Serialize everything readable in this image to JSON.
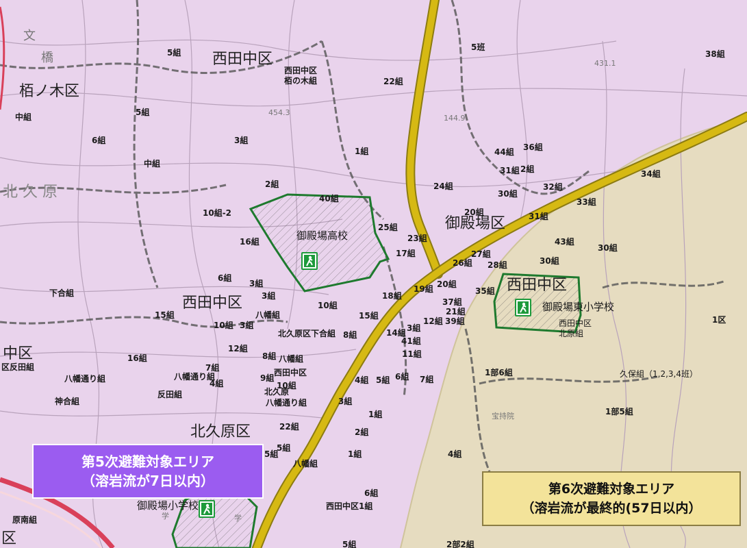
{
  "map": {
    "districts": [
      {
        "id": "nishitanaka-n",
        "text": "西田中区"
      },
      {
        "id": "tochinoki",
        "text": "栢ノ木区"
      },
      {
        "id": "gotemba",
        "text": "御殿場区"
      },
      {
        "id": "nishitanaka-c",
        "text": "西田中区"
      },
      {
        "id": "nishitanaka-e",
        "text": "西田中区"
      },
      {
        "id": "kitakubara",
        "text": "北久原区"
      },
      {
        "id": "naka-edge",
        "text": "中区"
      },
      {
        "id": "ku-edge",
        "text": "区"
      },
      {
        "id": "kitaku-partial",
        "text": "北 久 原"
      }
    ],
    "schools": [
      {
        "id": "gotemba-high",
        "text": "御殿場高校"
      },
      {
        "id": "gotemba-east",
        "text": "御殿場東小学校"
      },
      {
        "id": "gotemba-elem",
        "text": "御殿場小学校"
      }
    ],
    "labels": [
      "5組",
      "西田中区",
      "栢の木組",
      "22組",
      "5班",
      "38組",
      "中組",
      "5組",
      "454.3",
      "144.9",
      "431.1",
      "6組",
      "3組",
      "1組",
      "44組",
      "36組",
      "中組",
      "31組",
      "2組",
      "2組",
      "24組",
      "30組",
      "32組",
      "34組",
      "40組",
      "10組-2",
      "25組",
      "20組",
      "31組",
      "33組",
      "16組",
      "23組",
      "43組",
      "30組",
      "17組",
      "27組",
      "26組",
      "28組",
      "30組",
      "6組",
      "3組",
      "19組",
      "20組",
      "35組",
      "下合組",
      "3組",
      "18組",
      "37組",
      "21組",
      "15組",
      "10組",
      "15組",
      "12組",
      "39組",
      "1区",
      "10組",
      "3組",
      "八幡組",
      "北久原区下合組",
      "8組",
      "14組",
      "3組",
      "41組",
      "西田中区",
      "北原組",
      "12組",
      "11組",
      "16組",
      "8組",
      "八幡組",
      "区反田組",
      "7組",
      "八幡通り組",
      "八幡通り組",
      "4組",
      "9組",
      "西田中区",
      "10組",
      "1部6組",
      "久保組（1,2,3,4班）",
      "反田組",
      "4組",
      "5組",
      "6組",
      "7組",
      "神合組",
      "北久原",
      "八幡通り組",
      "3組",
      "1組",
      "1部5組",
      "22組",
      "宝持院",
      "5組",
      "2組",
      "4組",
      "5組",
      "1組",
      "八幡組",
      "6組",
      "西田中区1組",
      "原南組",
      "5組",
      "2部2組",
      "学",
      "学",
      "文",
      "橋"
    ],
    "areas": {
      "area5_line1": "第5次避難対象エリア",
      "area5_line2": "（溶岩流が7日以内）",
      "area6_line1": "第6次避難対象エリア",
      "area6_line2": "（溶岩流が最終的(57日以内）"
    },
    "colors": {
      "area5": "#e9d3ec",
      "area6": "#e6dcc0",
      "road": "#d6b913",
      "route": "#d9405a",
      "school_outline": "#1e7a2e",
      "label_box5": "#9b5cf0",
      "label_box6": "#f3e39a"
    },
    "icon": "evacuation-shelter-icon"
  }
}
